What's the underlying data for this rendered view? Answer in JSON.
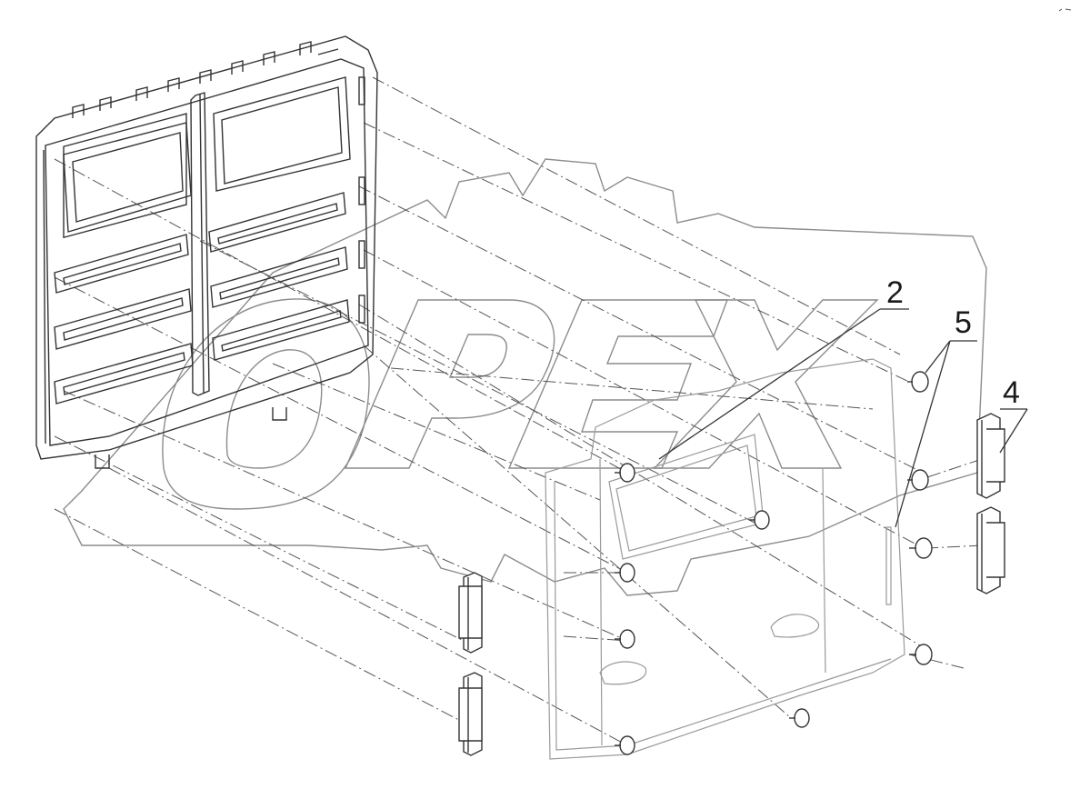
{
  "diagram": {
    "callouts": [
      {
        "id": "2",
        "label": "2"
      },
      {
        "id": "5",
        "label": "5"
      },
      {
        "id": "4",
        "label": "4"
      }
    ],
    "watermark": "OPEX",
    "colors": {
      "line": "#333333",
      "part_faded": "#9a9a9a",
      "watermark": "#8c8c8c",
      "dashed": "#555555"
    }
  }
}
